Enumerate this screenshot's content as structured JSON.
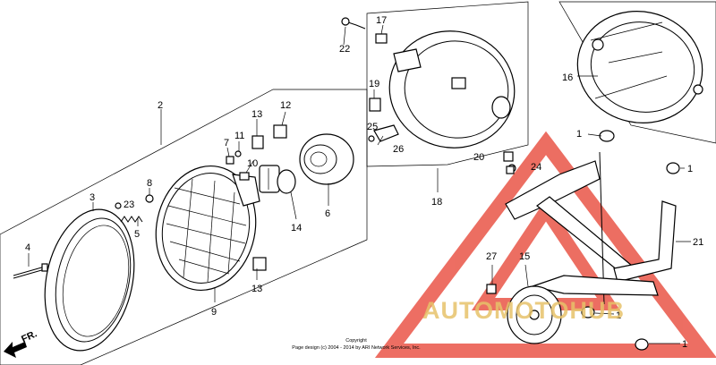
{
  "labels": {
    "p1": "1",
    "p2": "2",
    "p3": "3",
    "p4": "4",
    "p5": "5",
    "p6": "6",
    "p7": "7",
    "p8": "8",
    "p9": "9",
    "p10": "10",
    "p11": "11",
    "p12": "12",
    "p13a": "13",
    "p13b": "13",
    "p14": "14",
    "p15": "15",
    "p16": "16",
    "p17": "17",
    "p18": "18",
    "p19": "19",
    "p20": "20",
    "p21": "21",
    "p22": "22",
    "p23": "23",
    "p24": "24",
    "p25": "25",
    "p26": "26",
    "p27": "27",
    "p1b": "1",
    "p1c": "1",
    "p1d": "1"
  },
  "direction_label": "FR.",
  "copyright": {
    "line1": "Copyright",
    "line2": "Page design (c) 2004 - 2014 by ARI Network Services, Inc."
  },
  "watermark": "AUTOMOTOHUB",
  "colors": {
    "watermark": "#e6c26a",
    "triangle": "#e84a3c"
  }
}
